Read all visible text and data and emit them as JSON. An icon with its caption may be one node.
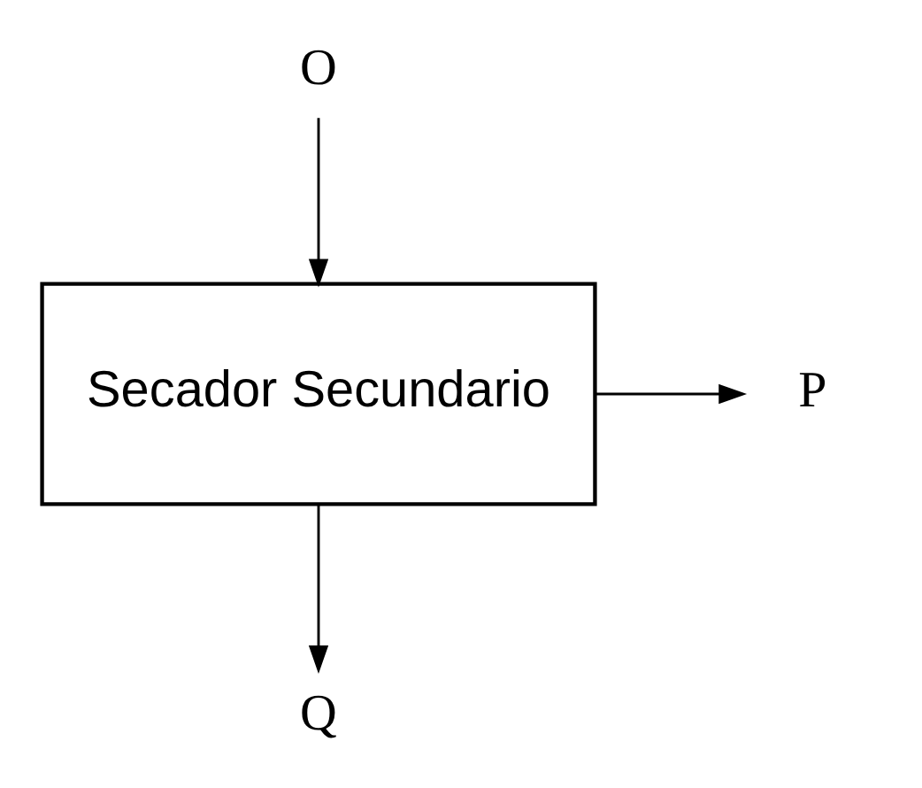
{
  "diagram": {
    "nodes": [
      {
        "text": [
          "O"
        ]
      },
      {
        "text": [
          "Secador Secundario"
        ]
      },
      {
        "text": [
          "P"
        ]
      },
      {
        "text": [
          "Q"
        ]
      }
    ],
    "edges": [
      {
        "from": 0,
        "to": 1,
        "arrow": "to"
      },
      {
        "from": 1,
        "to": 2,
        "arrow": "to"
      },
      {
        "from": 1,
        "to": 3,
        "arrow": "to"
      }
    ]
  }
}
